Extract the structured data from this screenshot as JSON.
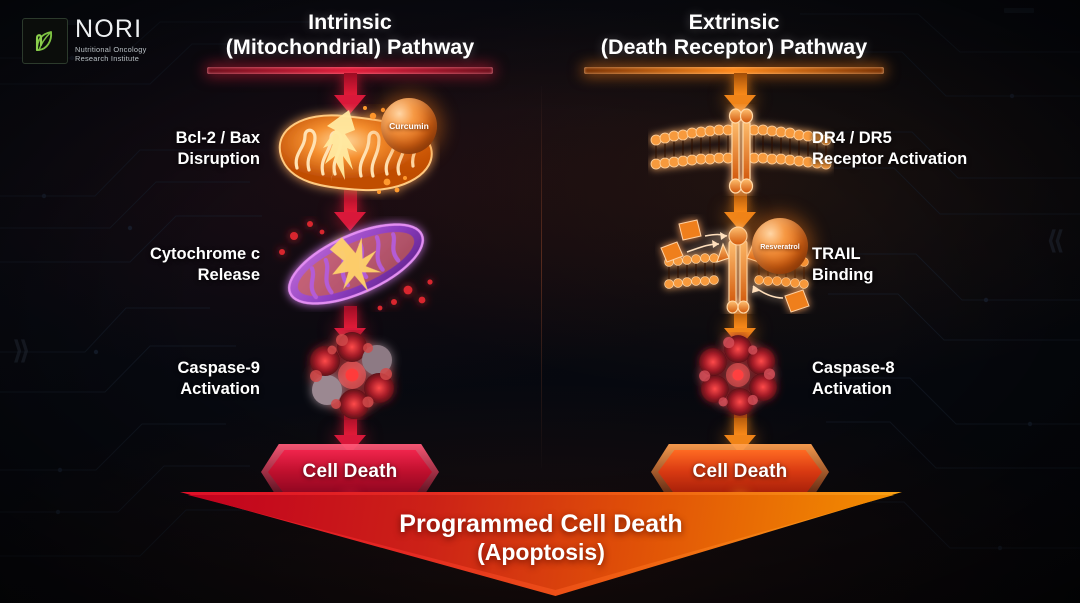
{
  "logo": {
    "name": "NORI",
    "subtitle_line1": "Nutritional Oncology",
    "subtitle_line2": "Research Institute",
    "mark_icon": "green-leaf-icon",
    "mark_color": "#7dc242"
  },
  "columns": {
    "left": {
      "title_line1": "Intrinsic",
      "title_line2": "(Mitochondrial) Pathway",
      "accent": "#e51e3c",
      "stages": [
        {
          "label_line1": "Bcl-2 / Bax",
          "label_line2": "Disruption",
          "art": "orange-mitochondrion-icon",
          "compound": "Curcumin"
        },
        {
          "label_line1": "Cytochrome c",
          "label_line2": "Release",
          "art": "purple-mitochondrion-icon",
          "compound": ""
        },
        {
          "label_line1": "Caspase-9",
          "label_line2": "Activation",
          "art": "caspase-protein-cluster-icon",
          "compound": ""
        }
      ],
      "outcome": "Cell Death"
    },
    "right": {
      "title_line1": "Extrinsic",
      "title_line2": "(Death Receptor) Pathway",
      "accent": "#ff8a1e",
      "stages": [
        {
          "label_line1": "DR4 / DR5",
          "label_line2": "Receptor Activation",
          "art": "lipid-bilayer-receptor-icon",
          "compound": ""
        },
        {
          "label_line1": "TRAIL",
          "label_line2": "Binding",
          "art": "trail-ligand-binding-icon",
          "compound": "Resveratrol"
        },
        {
          "label_line1": "Caspase-8",
          "label_line2": "Activation",
          "art": "caspase-protein-cluster-icon",
          "compound": ""
        }
      ],
      "outcome": "Cell Death"
    }
  },
  "banner": {
    "line1": "Programmed Cell Death",
    "line2": "(Apoptosis)",
    "gradient_from": "#e01028",
    "gradient_to": "#f9a614"
  },
  "background": {
    "style": "dark-circuit-board",
    "chevron_left": "⟩⟩",
    "chevron_right": "⟨⟨"
  }
}
